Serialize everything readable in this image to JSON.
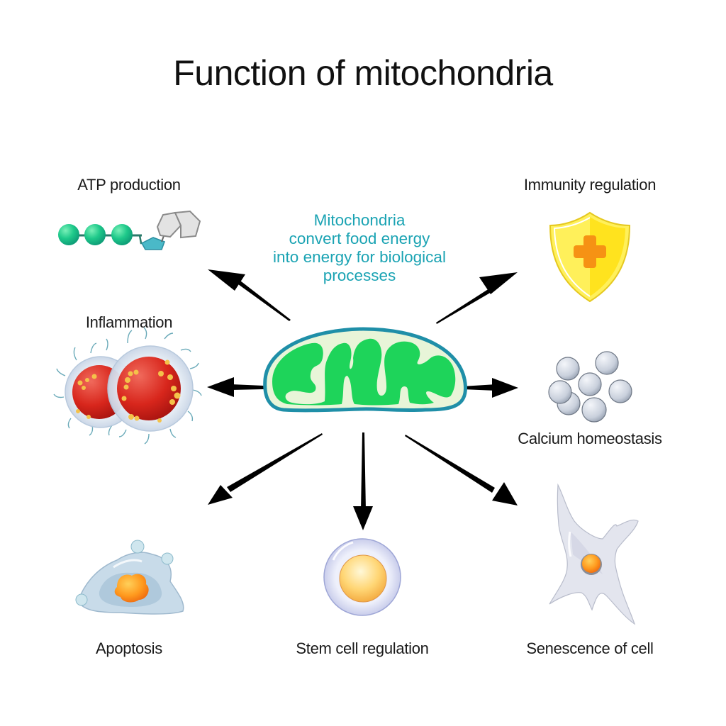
{
  "title": "Function of mitochondria",
  "center_caption": {
    "lines": [
      "Mitochondria",
      "convert food energy",
      "into energy for biological",
      "processes"
    ]
  },
  "colors": {
    "caption": "#1aa3b3",
    "mito_fill": "#1ed45a",
    "mito_membrane": "#1f8fa8",
    "mito_inner": "#e8f5d8",
    "arrow": "#000000"
  },
  "functions": [
    {
      "label": "ATP production",
      "icon": "atp-molecule-icon"
    },
    {
      "label": "Inflammation",
      "icon": "immune-cells-icon"
    },
    {
      "label": "Apoptosis",
      "icon": "apoptotic-cell-icon"
    },
    {
      "label": "Stem cell regulation",
      "icon": "stem-cell-icon"
    },
    {
      "label": "Senescence of cell",
      "icon": "senescent-cell-icon"
    },
    {
      "label": "Calcium homeostasis",
      "icon": "calcium-ions-icon"
    },
    {
      "label": "Immunity regulation",
      "icon": "shield-plus-icon"
    }
  ]
}
